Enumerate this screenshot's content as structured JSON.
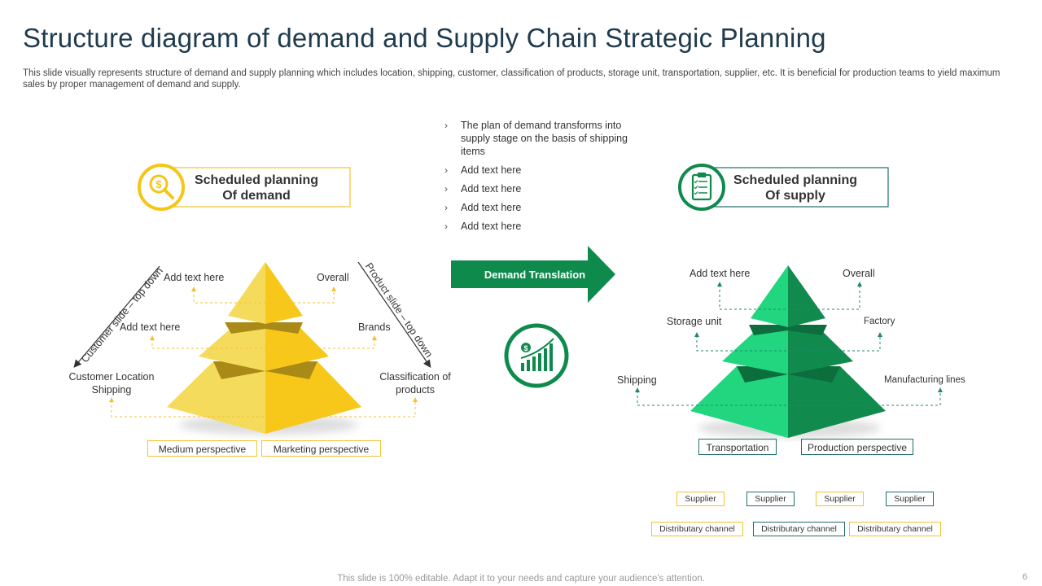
{
  "title": "Structure diagram of demand and Supply Chain Strategic Planning",
  "subtitle": "This slide visually represents structure of demand and supply planning which includes location, shipping, customer, classification of products, storage unit, transportation, supplier, etc. It is beneficial for production teams to yield maximum sales by proper management of demand and supply.",
  "demand": {
    "heading_line1": "Scheduled planning",
    "heading_line2": "Of demand",
    "icon": "dollar-search-icon",
    "diag_left": "Customer slide – top down",
    "diag_right": "Product slide – top down",
    "top_left": "Add text here",
    "top_right": "Overall",
    "mid_left": "Add text here",
    "mid_right": "Brands",
    "bot_left_line1": "Customer Location",
    "bot_left_line2": "Shipping",
    "bot_right_line1": "Classification of",
    "bot_right_line2": "products",
    "tag_left": "Medium perspective",
    "tag_right": "Marketing perspective",
    "color": "#f5c518"
  },
  "bullets": [
    "The plan of demand transforms into supply stage on the basis of shipping items",
    "Add text here",
    "Add text here",
    "Add text here",
    "Add text here"
  ],
  "arrow_label": "Demand Translation",
  "center_icon": "growth-chart-dollar-icon",
  "supply": {
    "heading_line1": "Scheduled planning",
    "heading_line2": "Of supply",
    "icon": "clipboard-checklist-icon",
    "top_left": "Add text here",
    "top_right": "Overall",
    "mid_left": "Storage unit",
    "mid_right": "Factory",
    "bot_left": "Shipping",
    "bot_right": "Manufacturing lines",
    "tag_left": "Transportation",
    "tag_right": "Production perspective",
    "suppliers": [
      "Supplier",
      "Supplier",
      "Supplier",
      "Supplier"
    ],
    "channels": [
      "Distributary channel",
      "Distributary channel",
      "Distributary channel"
    ],
    "color": "#14b06a"
  },
  "footer": "This slide is 100% editable. Adapt it to your needs and capture your audience's attention.",
  "page_number": "6"
}
